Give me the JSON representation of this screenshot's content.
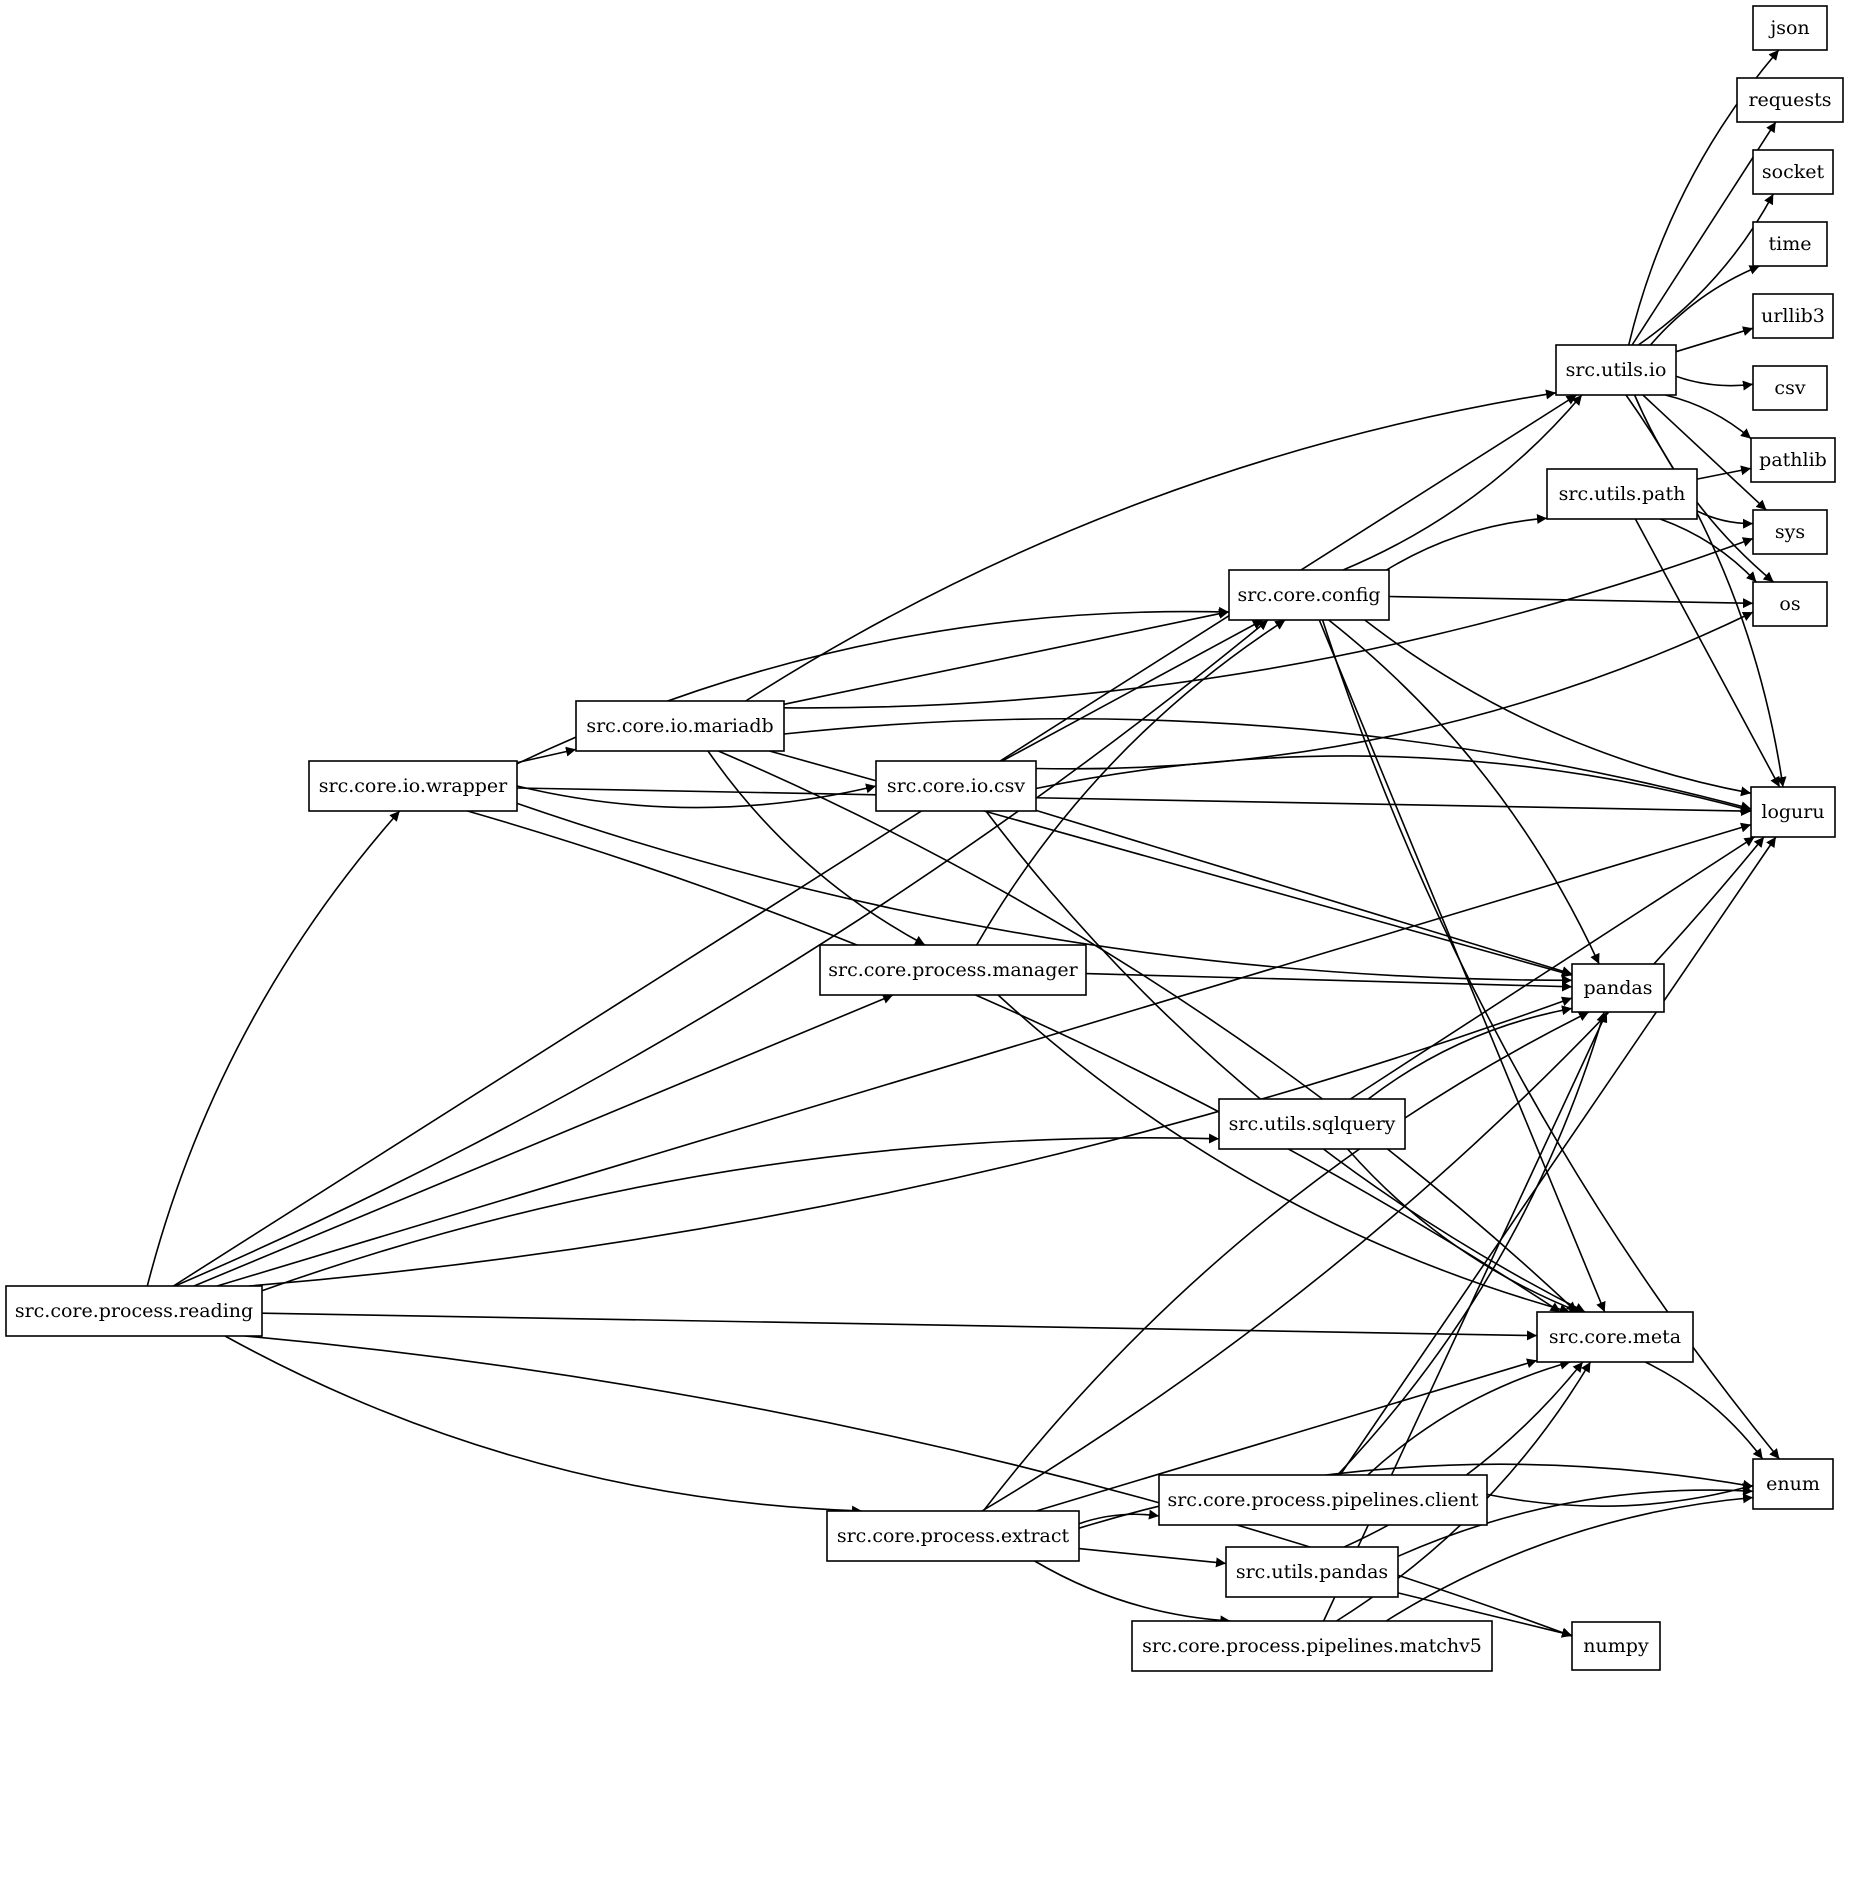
{
  "nodes": [
    {
      "id": "json",
      "label": "json"
    },
    {
      "id": "requests",
      "label": "requests"
    },
    {
      "id": "socket",
      "label": "socket"
    },
    {
      "id": "time",
      "label": "time"
    },
    {
      "id": "urllib3",
      "label": "urllib3"
    },
    {
      "id": "csv",
      "label": "csv"
    },
    {
      "id": "pathlib",
      "label": "pathlib"
    },
    {
      "id": "sys",
      "label": "sys"
    },
    {
      "id": "os",
      "label": "os"
    },
    {
      "id": "loguru",
      "label": "loguru"
    },
    {
      "id": "enum",
      "label": "enum"
    },
    {
      "id": "pandas",
      "label": "pandas"
    },
    {
      "id": "numpy",
      "label": "numpy"
    },
    {
      "id": "utils_io",
      "label": "src.utils.io"
    },
    {
      "id": "utils_path",
      "label": "src.utils.path"
    },
    {
      "id": "config",
      "label": "src.core.config"
    },
    {
      "id": "mariadb",
      "label": "src.core.io.mariadb"
    },
    {
      "id": "wrapper",
      "label": "src.core.io.wrapper"
    },
    {
      "id": "io_csv",
      "label": "src.core.io.csv"
    },
    {
      "id": "manager",
      "label": "src.core.process.manager"
    },
    {
      "id": "sqlquery",
      "label": "src.utils.sqlquery"
    },
    {
      "id": "meta",
      "label": "src.core.meta"
    },
    {
      "id": "reading",
      "label": "src.core.process.reading"
    },
    {
      "id": "client",
      "label": "src.core.process.pipelines.client"
    },
    {
      "id": "extract",
      "label": "src.core.process.extract"
    },
    {
      "id": "utils_pandas",
      "label": "src.utils.pandas"
    },
    {
      "id": "matchv5",
      "label": "src.core.process.pipelines.matchv5"
    }
  ],
  "edges": [
    {
      "from": "utils_io",
      "to": "json"
    },
    {
      "from": "utils_io",
      "to": "requests"
    },
    {
      "from": "utils_io",
      "to": "socket"
    },
    {
      "from": "utils_io",
      "to": "time"
    },
    {
      "from": "utils_io",
      "to": "urllib3"
    },
    {
      "from": "utils_io",
      "to": "csv"
    },
    {
      "from": "utils_io",
      "to": "pathlib"
    },
    {
      "from": "utils_io",
      "to": "sys"
    },
    {
      "from": "utils_io",
      "to": "os"
    },
    {
      "from": "utils_io",
      "to": "loguru"
    },
    {
      "from": "utils_path",
      "to": "pathlib"
    },
    {
      "from": "utils_path",
      "to": "sys"
    },
    {
      "from": "utils_path",
      "to": "os"
    },
    {
      "from": "utils_path",
      "to": "loguru"
    },
    {
      "from": "config",
      "to": "utils_io"
    },
    {
      "from": "config",
      "to": "utils_path"
    },
    {
      "from": "config",
      "to": "os"
    },
    {
      "from": "config",
      "to": "loguru"
    },
    {
      "from": "config",
      "to": "pandas"
    },
    {
      "from": "config",
      "to": "meta"
    },
    {
      "from": "config",
      "to": "enum"
    },
    {
      "from": "mariadb",
      "to": "utils_io"
    },
    {
      "from": "mariadb",
      "to": "config"
    },
    {
      "from": "mariadb",
      "to": "sys"
    },
    {
      "from": "mariadb",
      "to": "loguru"
    },
    {
      "from": "mariadb",
      "to": "pandas"
    },
    {
      "from": "mariadb",
      "to": "manager"
    },
    {
      "from": "mariadb",
      "to": "meta"
    },
    {
      "from": "wrapper",
      "to": "mariadb"
    },
    {
      "from": "wrapper",
      "to": "io_csv"
    },
    {
      "from": "wrapper",
      "to": "config"
    },
    {
      "from": "wrapper",
      "to": "loguru"
    },
    {
      "from": "wrapper",
      "to": "pandas"
    },
    {
      "from": "wrapper",
      "to": "meta"
    },
    {
      "from": "io_csv",
      "to": "config"
    },
    {
      "from": "io_csv",
      "to": "os"
    },
    {
      "from": "io_csv",
      "to": "loguru"
    },
    {
      "from": "io_csv",
      "to": "pandas"
    },
    {
      "from": "io_csv",
      "to": "meta"
    },
    {
      "from": "manager",
      "to": "config"
    },
    {
      "from": "manager",
      "to": "pandas"
    },
    {
      "from": "manager",
      "to": "meta"
    },
    {
      "from": "sqlquery",
      "to": "pandas"
    },
    {
      "from": "sqlquery",
      "to": "loguru"
    },
    {
      "from": "sqlquery",
      "to": "meta"
    },
    {
      "from": "meta",
      "to": "enum"
    },
    {
      "from": "reading",
      "to": "utils_io"
    },
    {
      "from": "reading",
      "to": "config"
    },
    {
      "from": "reading",
      "to": "wrapper"
    },
    {
      "from": "reading",
      "to": "manager"
    },
    {
      "from": "reading",
      "to": "pandas"
    },
    {
      "from": "reading",
      "to": "sqlquery"
    },
    {
      "from": "reading",
      "to": "meta"
    },
    {
      "from": "reading",
      "to": "extract"
    },
    {
      "from": "reading",
      "to": "numpy"
    },
    {
      "from": "reading",
      "to": "loguru"
    },
    {
      "from": "client",
      "to": "pandas"
    },
    {
      "from": "client",
      "to": "meta"
    },
    {
      "from": "client",
      "to": "loguru"
    },
    {
      "from": "client",
      "to": "enum"
    },
    {
      "from": "extract",
      "to": "client"
    },
    {
      "from": "extract",
      "to": "utils_pandas"
    },
    {
      "from": "extract",
      "to": "matchv5"
    },
    {
      "from": "extract",
      "to": "pandas"
    },
    {
      "from": "extract",
      "to": "meta"
    },
    {
      "from": "extract",
      "to": "loguru"
    },
    {
      "from": "extract",
      "to": "enum"
    },
    {
      "from": "utils_pandas",
      "to": "numpy"
    },
    {
      "from": "utils_pandas",
      "to": "meta"
    },
    {
      "from": "utils_pandas",
      "to": "enum"
    },
    {
      "from": "matchv5",
      "to": "pandas"
    },
    {
      "from": "matchv5",
      "to": "meta"
    },
    {
      "from": "matchv5",
      "to": "enum"
    }
  ]
}
